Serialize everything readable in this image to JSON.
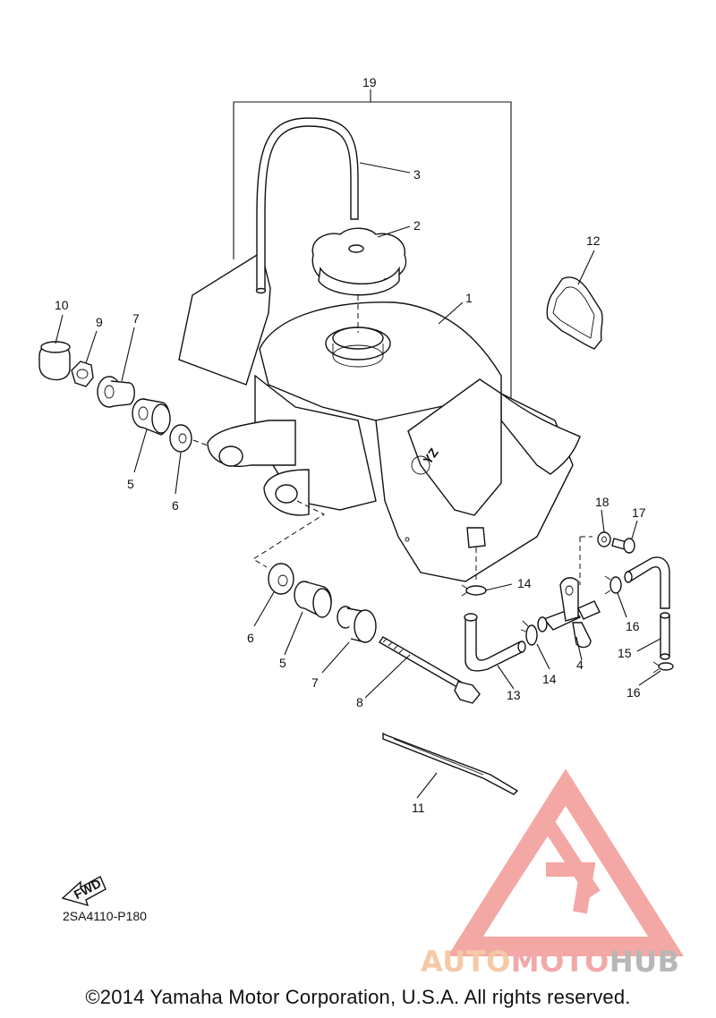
{
  "diagram": {
    "code": "2SA4110-P180",
    "fwd_label": "FWD",
    "callouts": [
      {
        "id": "c19",
        "label": "19"
      },
      {
        "id": "c3",
        "label": "3"
      },
      {
        "id": "c2",
        "label": "2"
      },
      {
        "id": "c12",
        "label": "12"
      },
      {
        "id": "c1",
        "label": "1"
      },
      {
        "id": "c10",
        "label": "10"
      },
      {
        "id": "c9",
        "label": "9"
      },
      {
        "id": "c7a",
        "label": "7"
      },
      {
        "id": "c5a",
        "label": "5"
      },
      {
        "id": "c6a",
        "label": "6"
      },
      {
        "id": "c18",
        "label": "18"
      },
      {
        "id": "c17",
        "label": "17"
      },
      {
        "id": "c14a",
        "label": "14"
      },
      {
        "id": "c16a",
        "label": "16"
      },
      {
        "id": "c6b",
        "label": "6"
      },
      {
        "id": "c5b",
        "label": "5"
      },
      {
        "id": "c7b",
        "label": "7"
      },
      {
        "id": "c8",
        "label": "8"
      },
      {
        "id": "c13",
        "label": "13"
      },
      {
        "id": "c14b",
        "label": "14"
      },
      {
        "id": "c4",
        "label": "4"
      },
      {
        "id": "c15",
        "label": "15"
      },
      {
        "id": "c16b",
        "label": "16"
      },
      {
        "id": "c11",
        "label": "11"
      }
    ]
  },
  "watermark": {
    "part1": "AUTO",
    "part2": "MOTO",
    "part3": "HUB",
    "colors": {
      "auto": "#f6c9a6",
      "moto": "#f2a8a8",
      "hub": "#b7b7b7",
      "logo": "#f29a96"
    }
  },
  "footer": {
    "copyright": "©2014 Yamaha Motor Corporation, U.S.A. All rights reserved."
  }
}
